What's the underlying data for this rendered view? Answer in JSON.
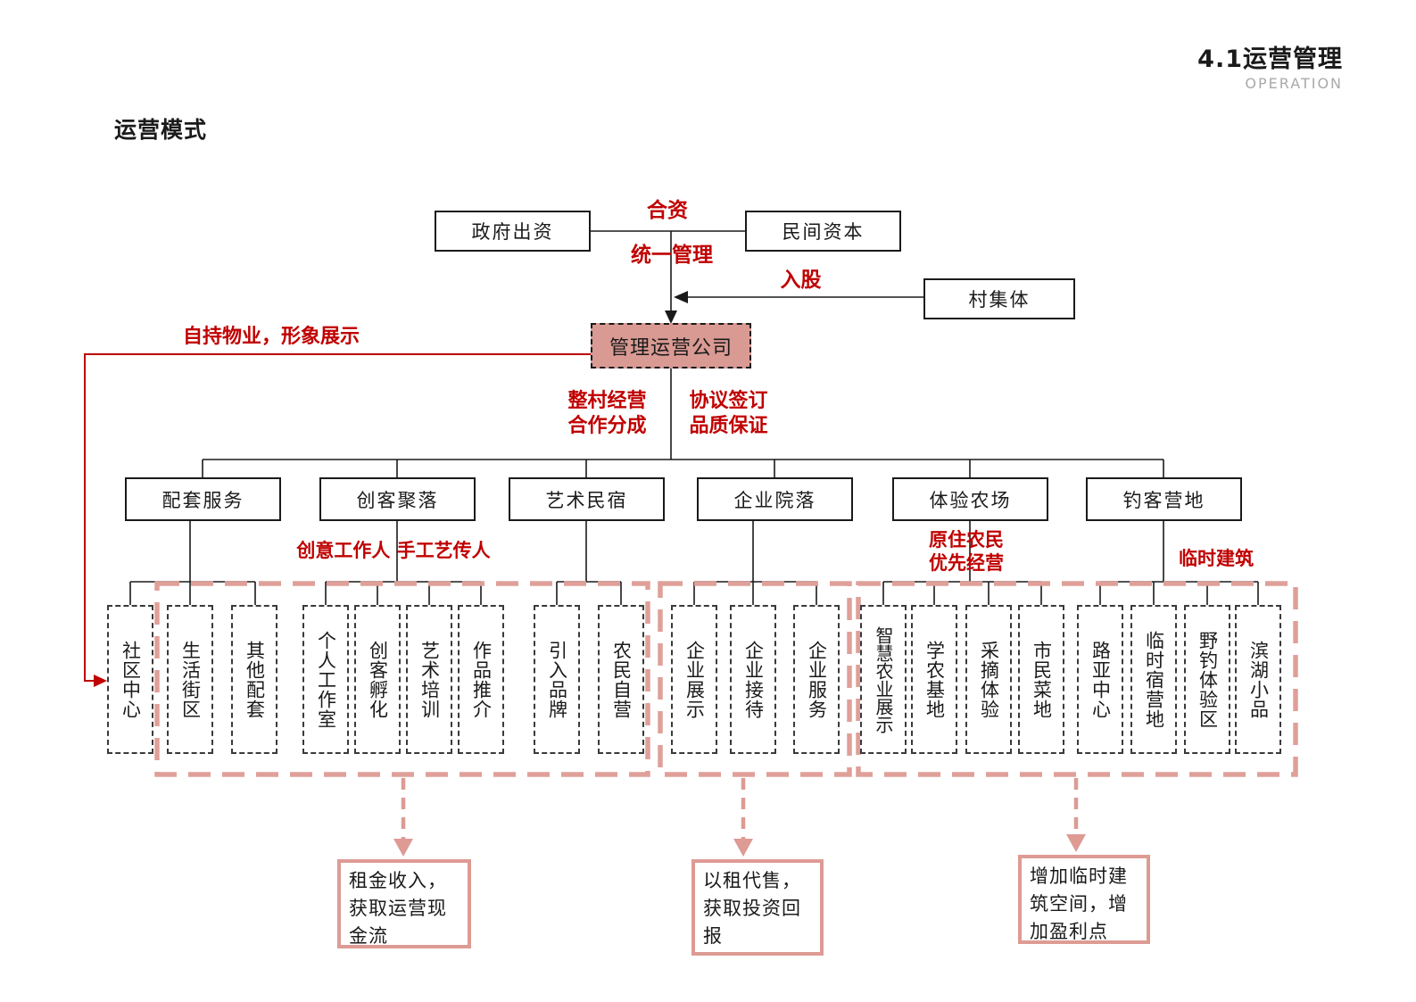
{
  "page": {
    "section_title": "4.1运营管理",
    "section_subtitle": "OPERATION",
    "diagram_title": "运营模式"
  },
  "colors": {
    "accent_red": "#c00000",
    "pink_dash": "#dfa099",
    "pink_fill": "#d99a93",
    "pink_note_border": "#dd9b94",
    "line_black": "#1a1a1a",
    "subtitle_gray": "#a9a9a9"
  },
  "top_nodes": {
    "government": "政府出资",
    "private_capital": "民间资本",
    "village_collective": "村集体",
    "management_company": "管理运营公司"
  },
  "edge_labels": {
    "joint_venture": "合资",
    "unified_management": "统一管理",
    "equity_participation": "入股",
    "self_held_property": "自持物业，形象展示",
    "whole_village_line1": "整村经营",
    "whole_village_line2": "合作分成",
    "agreement_line1": "协议签订",
    "agreement_line2": "品质保证",
    "maker_talent": "创意工作人 手工艺传人",
    "native_farmer_line1": "原住农民",
    "native_farmer_line2": "优先经营",
    "temporary_building": "临时建筑"
  },
  "categories": [
    {
      "label": "配套服务",
      "children": [
        "社区中心",
        "生活街区",
        "其他配套"
      ]
    },
    {
      "label": "创客聚落",
      "children": [
        "个人工作室",
        "创客孵化",
        "艺术培训",
        "作品推介"
      ]
    },
    {
      "label": "艺术民宿",
      "children": [
        "引入品牌",
        "农民自营"
      ]
    },
    {
      "label": "企业院落",
      "children": [
        "企业展示",
        "企业接待",
        "企业服务"
      ]
    },
    {
      "label": "体验农场",
      "children": [
        "智慧农业展示",
        "学农基地",
        "采摘体验",
        "市民菜地"
      ]
    },
    {
      "label": "钓客营地",
      "children": [
        "路亚中心",
        "临时宿营地",
        "野钓体验区",
        "滨湖小品"
      ]
    }
  ],
  "notes": [
    "租金收入，获取运营现金流",
    "以租代售，获取投资回报",
    "增加临时建筑空间，增加盈利点"
  ]
}
